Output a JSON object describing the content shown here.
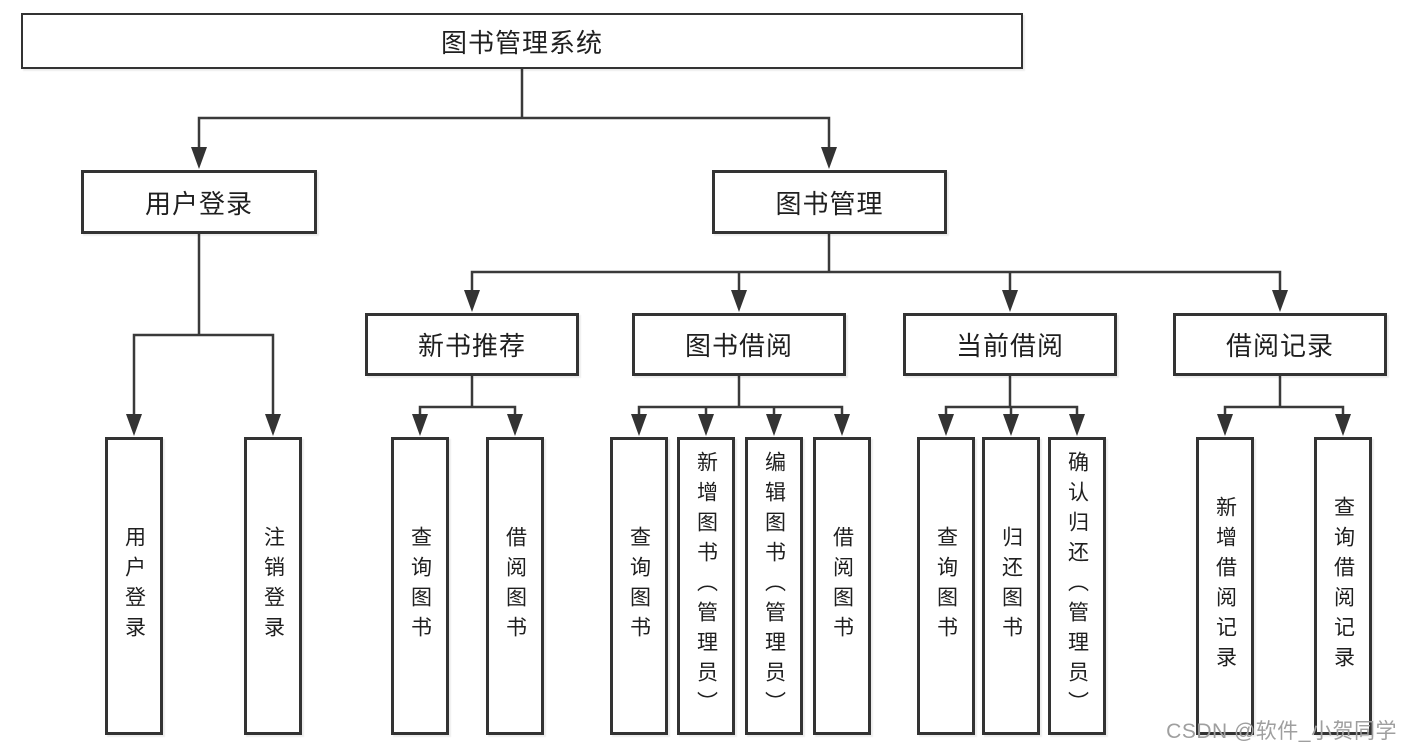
{
  "diagram_type": "hierarchy-tree",
  "title": "图书管理系统",
  "watermark": {
    "text": "CSDN @软件_小贺同学"
  },
  "colors": {
    "background": "#ffffff",
    "line": "#3a3a3a",
    "box_border": "#333333",
    "box_fill": "#ffffff",
    "text": "#1f1f1f",
    "watermark": "#9f9f9f"
  },
  "tree": {
    "label": "图书管理系统",
    "children": [
      {
        "label": "用户登录",
        "children": [
          {
            "label": "用户登录"
          },
          {
            "label": "注销登录"
          }
        ]
      },
      {
        "label": "图书管理",
        "children": [
          {
            "label": "新书推荐",
            "children": [
              {
                "label": "查询图书"
              },
              {
                "label": "借阅图书"
              }
            ]
          },
          {
            "label": "图书借阅",
            "children": [
              {
                "label": "查询图书"
              },
              {
                "label": "新增图书（管理员）"
              },
              {
                "label": "编辑图书（管理员）"
              },
              {
                "label": "借阅图书"
              }
            ]
          },
          {
            "label": "当前借阅",
            "children": [
              {
                "label": "查询图书"
              },
              {
                "label": "归还图书"
              },
              {
                "label": "确认归还（管理员）"
              }
            ]
          },
          {
            "label": "借阅记录",
            "children": [
              {
                "label": "新增借阅记录"
              },
              {
                "label": "查询借阅记录"
              }
            ]
          }
        ]
      }
    ]
  }
}
